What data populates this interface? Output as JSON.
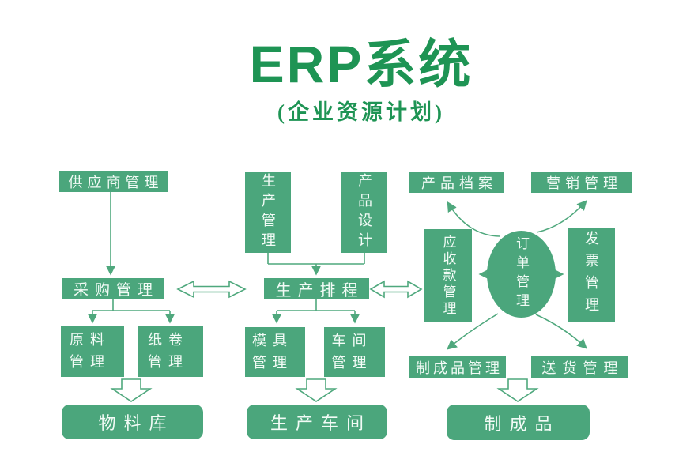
{
  "title": "ERP系统",
  "subtitle": "(企业资源计划)",
  "colors": {
    "box_green": "#4ba67c",
    "title_green": "#1e9454",
    "line_green": "#4fa87d",
    "background": "#ffffff",
    "box_text": "#f2fbf6"
  },
  "nodes": {
    "supplier": "供应商管理",
    "purchasing": "采购管理",
    "raw_material": "原料管理",
    "paper_roll": "纸卷管理",
    "material_warehouse": "物料库",
    "production_mgmt": "生产管理",
    "product_design": "产品设计",
    "scheduling": "生产排程",
    "mold": "模具管理",
    "workshop": "车间管理",
    "production_workshop": "生产车间",
    "product_archive": "产品档案",
    "marketing": "营销管理",
    "receivables": "应收款管理",
    "order": "订单管理",
    "invoice": "发票管理",
    "finished_mgmt": "制成品管理",
    "delivery": "送货管理",
    "finished": "制成品"
  }
}
